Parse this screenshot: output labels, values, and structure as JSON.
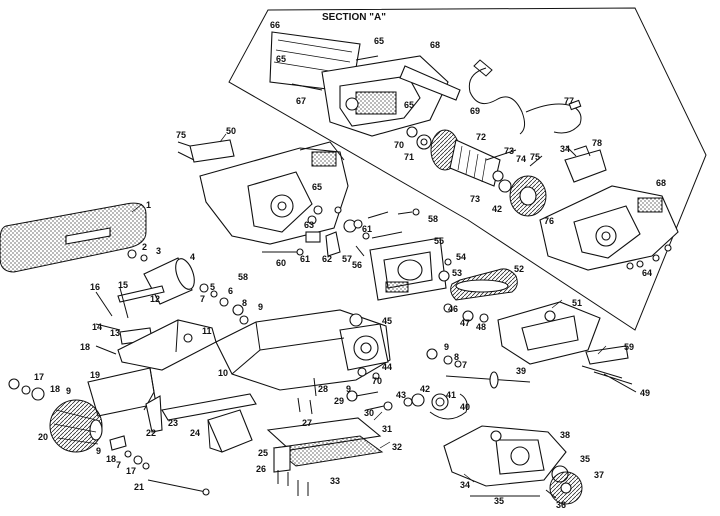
{
  "section_title": "SECTION \"A\"",
  "labels": [
    "1",
    "2",
    "3",
    "4",
    "5",
    "6",
    "7",
    "8",
    "9",
    "10",
    "11",
    "12",
    "13",
    "14",
    "15",
    "16",
    "17",
    "18",
    "19",
    "20",
    "21",
    "22",
    "23",
    "24",
    "25",
    "26",
    "27",
    "28",
    "29",
    "30",
    "31",
    "32",
    "33",
    "34",
    "35",
    "36",
    "37",
    "38",
    "39",
    "40",
    "41",
    "42",
    "43",
    "44",
    "45",
    "46",
    "47",
    "48",
    "49",
    "50",
    "51",
    "52",
    "53",
    "54",
    "55",
    "56",
    "57",
    "58",
    "59",
    "60",
    "61",
    "62",
    "63",
    "64",
    "65",
    "66",
    "67",
    "68",
    "69",
    "70",
    "71",
    "72",
    "73",
    "74",
    "75",
    "76",
    "77",
    "78"
  ]
}
